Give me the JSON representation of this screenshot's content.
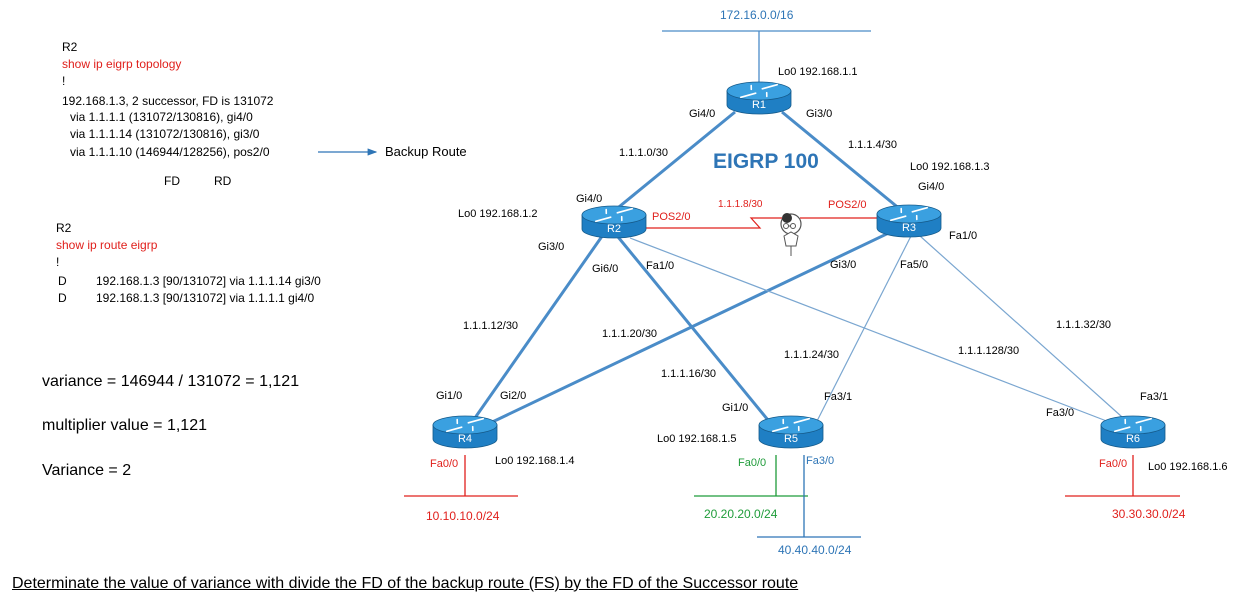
{
  "panel_topology": {
    "router": "R2",
    "command": "show ip eigrp topology",
    "bang": "!",
    "entry": "192.168.1.3,   2 successor,  FD is 131072",
    "via1": "via 1.1.1.1 (131072/130816),   gi4/0",
    "via2": "via 1.1.1.14 (131072/130816),   gi3/0",
    "via3": "via 1.1.1.10 (146944/128256),   pos2/0",
    "backup_label": "Backup Route",
    "fd_label": "FD",
    "rd_label": "RD"
  },
  "panel_route": {
    "router": "R2",
    "command": "show ip route eigrp",
    "bang": "!",
    "row1_code": "D",
    "row1_text": "192.168.1.3  [90/131072]  via  1.1.1.14  gi3/0",
    "row2_code": "D",
    "row2_text": "192.168.1.3  [90/131072]  via 1.1.1.1  gi4/0"
  },
  "calc": {
    "variance_line": "variance = 146944 / 131072 = 1,121",
    "multiplier_line": "multiplier value = 1,121",
    "variance_value": "Variance = 2"
  },
  "footer": "Determinate the value of variance with divide  the FD of the backup route (FS)  by the FD of the Successor route",
  "network": {
    "title": "EIGRP 100",
    "top_network": "172.16.0.0/16",
    "routers": [
      "R1",
      "R2",
      "R3",
      "R4",
      "R5",
      "R6"
    ],
    "loopbacks": {
      "r1": "Lo0 192.168.1.1",
      "r2": "Lo0 192.168.1.2",
      "r3": "Lo0 192.168.1.3",
      "r4": "Lo0 192.168.1.4",
      "r5": "Lo0 192.168.1.5",
      "r6": "Lo0 192.168.1.6"
    },
    "interfaces": {
      "r1_gi40": "Gi4/0",
      "r1_gi30": "Gi3/0",
      "r2_gi40": "Gi4/0",
      "r2_gi30": "Gi3/0",
      "r2_gi60": "Gi6/0",
      "r2_fa10": "Fa1/0",
      "r2_pos": "POS2/0",
      "r3_gi40": "Gi4/0",
      "r3_fa10": "Fa1/0",
      "r3_gi30": "Gi3/0",
      "r3_fa50": "Fa5/0",
      "r3_pos": "POS2/0",
      "r4_gi10": "Gi1/0",
      "r4_gi20": "Gi2/0",
      "r4_fa00": "Fa0/0",
      "r5_gi10": "Gi1/0",
      "r5_fa31": "Fa3/1",
      "r5_fa00": "Fa0/0",
      "r5_fa30": "Fa3/0",
      "r6_fa30": "Fa3/0",
      "r6_fa31": "Fa3/1",
      "r6_fa00": "Fa0/0"
    },
    "subnets": {
      "s0": "1.1.1.0/30",
      "s4": "1.1.1.4/30",
      "s8": "1.1.1.8/30",
      "s12": "1.1.1.12/30",
      "s16": "1.1.1.16/30",
      "s20": "1.1.1.20/30",
      "s24": "1.1.1.24/30",
      "s32": "1.1.1.32/30",
      "s128": "1.1.1.128/30"
    },
    "lans": {
      "r4_lan": "10.10.10.0/24",
      "r5_lan_a": "20.20.20.0/24",
      "r5_lan_b": "40.40.40.0/24",
      "r6_lan": "30.30.30.0/24"
    },
    "colors": {
      "router_body": "#1f7fc4",
      "router_top": "#3aa0e0",
      "link_thick": "#4a8cc8",
      "link_thin": "#7aa6d0",
      "red": "#e0201c",
      "green": "#1f9c3a",
      "blue": "#2e75b6"
    }
  }
}
